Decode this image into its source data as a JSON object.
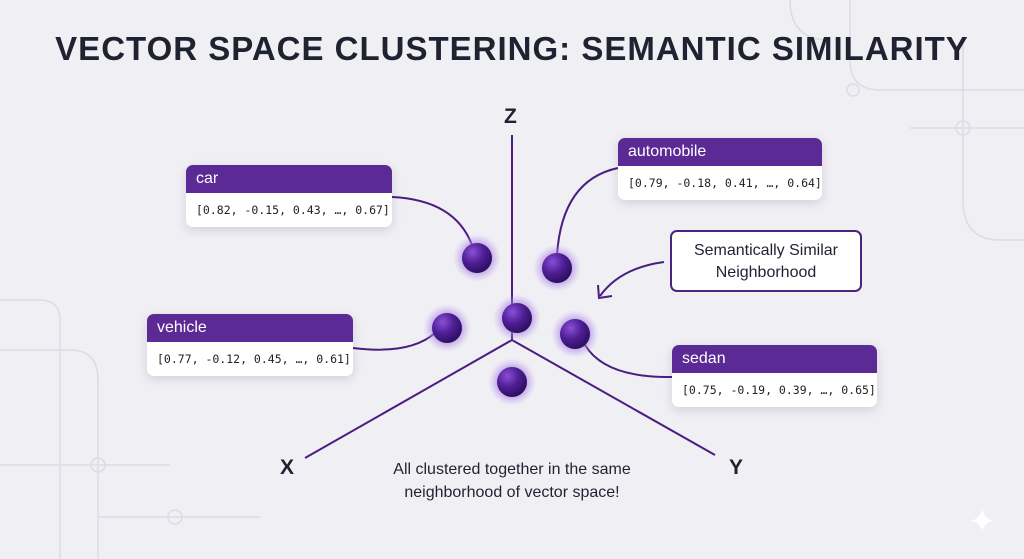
{
  "title": "VECTOR SPACE CLUSTERING: SEMANTIC SIMILARITY",
  "axes": {
    "x": "X",
    "y": "Y",
    "z": "Z"
  },
  "words": [
    {
      "label": "car",
      "vector": "[0.82, -0.15, 0.43, …, 0.67]"
    },
    {
      "label": "automobile",
      "vector": "[0.79, -0.18, 0.41, …, 0.64]"
    },
    {
      "label": "vehicle",
      "vector": "[0.77, -0.12, 0.45, …, 0.61]"
    },
    {
      "label": "sedan",
      "vector": "[0.75, -0.19, 0.39, …, 0.65]"
    }
  ],
  "callout": {
    "line1": "Semantically Similar",
    "line2": "Neighborhood"
  },
  "caption": {
    "line1": "All clustered together in the same",
    "line2": "neighborhood of vector space!"
  },
  "colors": {
    "accent": "#5b2a94",
    "sphere": "#4a1d8c",
    "background": "#f0eff4"
  }
}
